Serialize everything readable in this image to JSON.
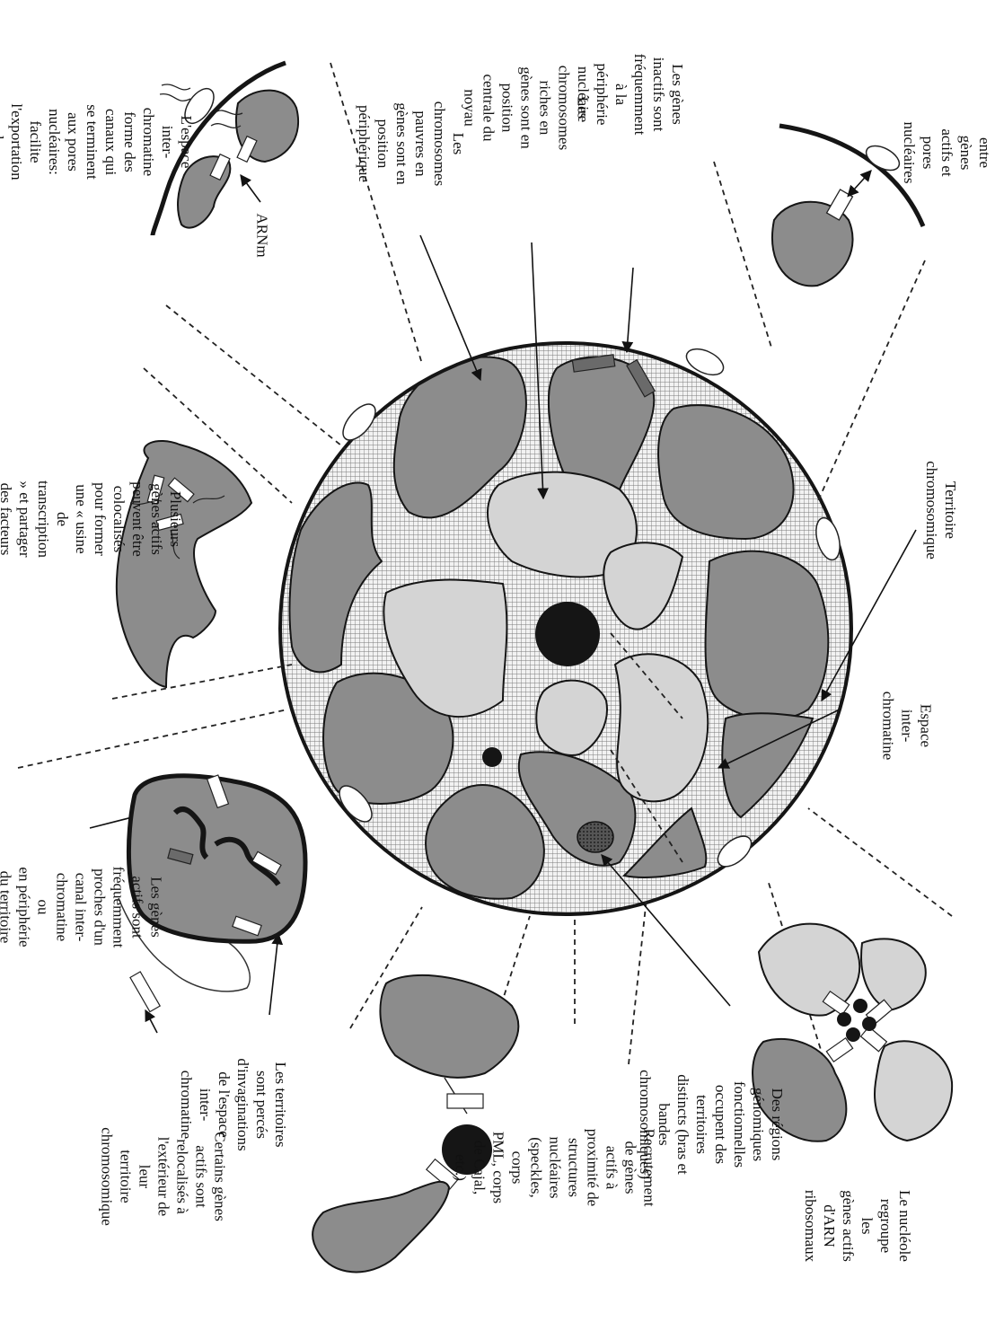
{
  "labels": {
    "pores_interaction": "Interaction entre gènes actifs et\npores nucléaires",
    "inactive_genes": "Les gènes inactifs sont\nfréquemment à la\npériphérie nucléaire",
    "rich_chromosomes": "Les chromosomes riches en\ngènes sont en position\ncentrale du noyau",
    "poor_chromosomes": "Les chromosomes pauvres en\ngènes sont en position\npériphérique",
    "interchromatin_channels": "L'espace inter-chromatine forme des\ncanaux qui se terminent aux pores\nnucléaires: facilite l'exportation des\nARNm",
    "arnm": "ARNm",
    "transcription_factory": "Plusieurs gènes actifs peuvent être\ncolocalisés pour former une « usine de\ntranscription » et partager des facteurs de\ntransciption",
    "chromosome_territory": "Territoire chromosomique",
    "interchromatin_space": "Espace inter-chromatine",
    "nucleolus": "Le nucléole regroupe les\ngènes actifs d'ARN\nribosomaux",
    "genomic_regions": "Des régions génomiques\nfonctionnelles occupent des\nterritoires distincts (bras et bandes\nchromosomiques)",
    "recruitment": "Recrutement de gènes actifs à\nproximité de structures\nnucléaires (speckles, corps\nPML, corps de Cajal, etc.)",
    "relocalized": "Certains gènes actifs sont\nrelocalisés à l'extérieur de leur\nterritoire chromosomique",
    "invaginations": "Les territoires sont percés\nd'invaginations de l'espace\ninter-chromatine",
    "active_genes_canal": "Les gènes actifs sont fréquemment\nproches d'un canal inter-chromatine ou\nen périphérie du  territoire"
  },
  "colors": {
    "territory": "#8c8c8c",
    "rich_territory": "#d4d4d4",
    "outline": "#151515",
    "background": "#ffffff",
    "dark_gene": "#6a6a6a"
  }
}
